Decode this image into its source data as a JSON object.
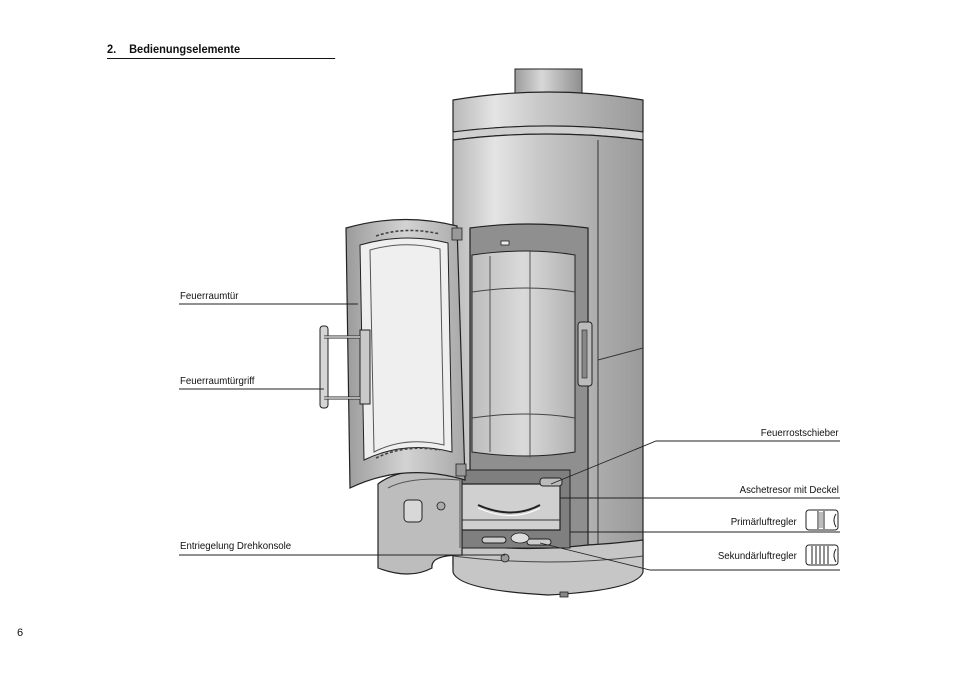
{
  "section": {
    "number": "2.",
    "title": "Bedienungselemente"
  },
  "labels": {
    "feuerraumtuer": "Feuerraumtür",
    "feuerraumtuergriff": "Feuerraumtürgriff",
    "entriegelung": "Entriegelung Drehkonsole",
    "feuerrostschieber": "Feuerrostschieber",
    "aschetresor": "Aschetresor mit Deckel",
    "primaerluftregler": "Primärluftregler",
    "sekundaerluftregler": "Sekundärluftregler"
  },
  "page_number": "6"
}
